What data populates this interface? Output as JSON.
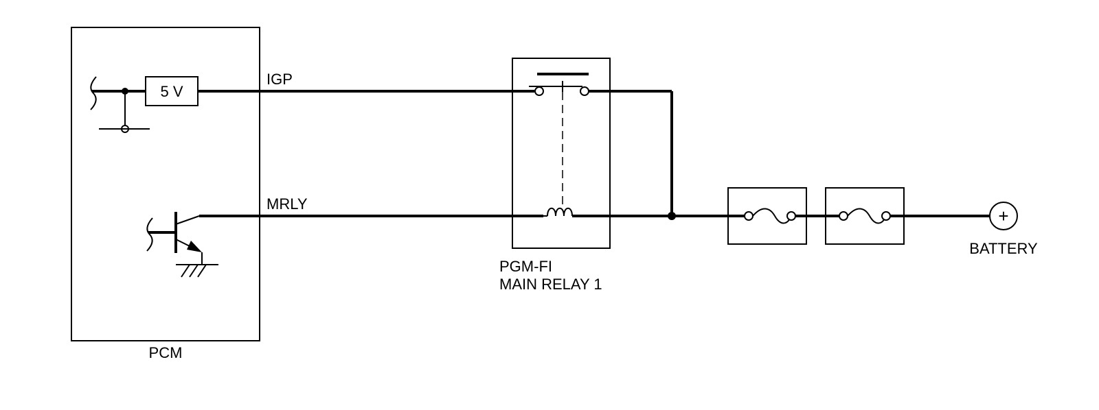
{
  "components": {
    "pcm": {
      "label": "PCM"
    },
    "regulator": {
      "label": "5 V"
    },
    "relay": {
      "label_line1": "PGM-FI",
      "label_line2": "MAIN RELAY 1"
    },
    "battery": {
      "label": "BATTERY",
      "symbol": "+"
    },
    "fuses": {
      "count": 2,
      "icon": "fuse-icon"
    }
  },
  "wires": {
    "igp": {
      "label": "IGP"
    },
    "mrly": {
      "label": "MRLY"
    }
  },
  "colors": {
    "line": "#000000",
    "background": "#ffffff"
  }
}
